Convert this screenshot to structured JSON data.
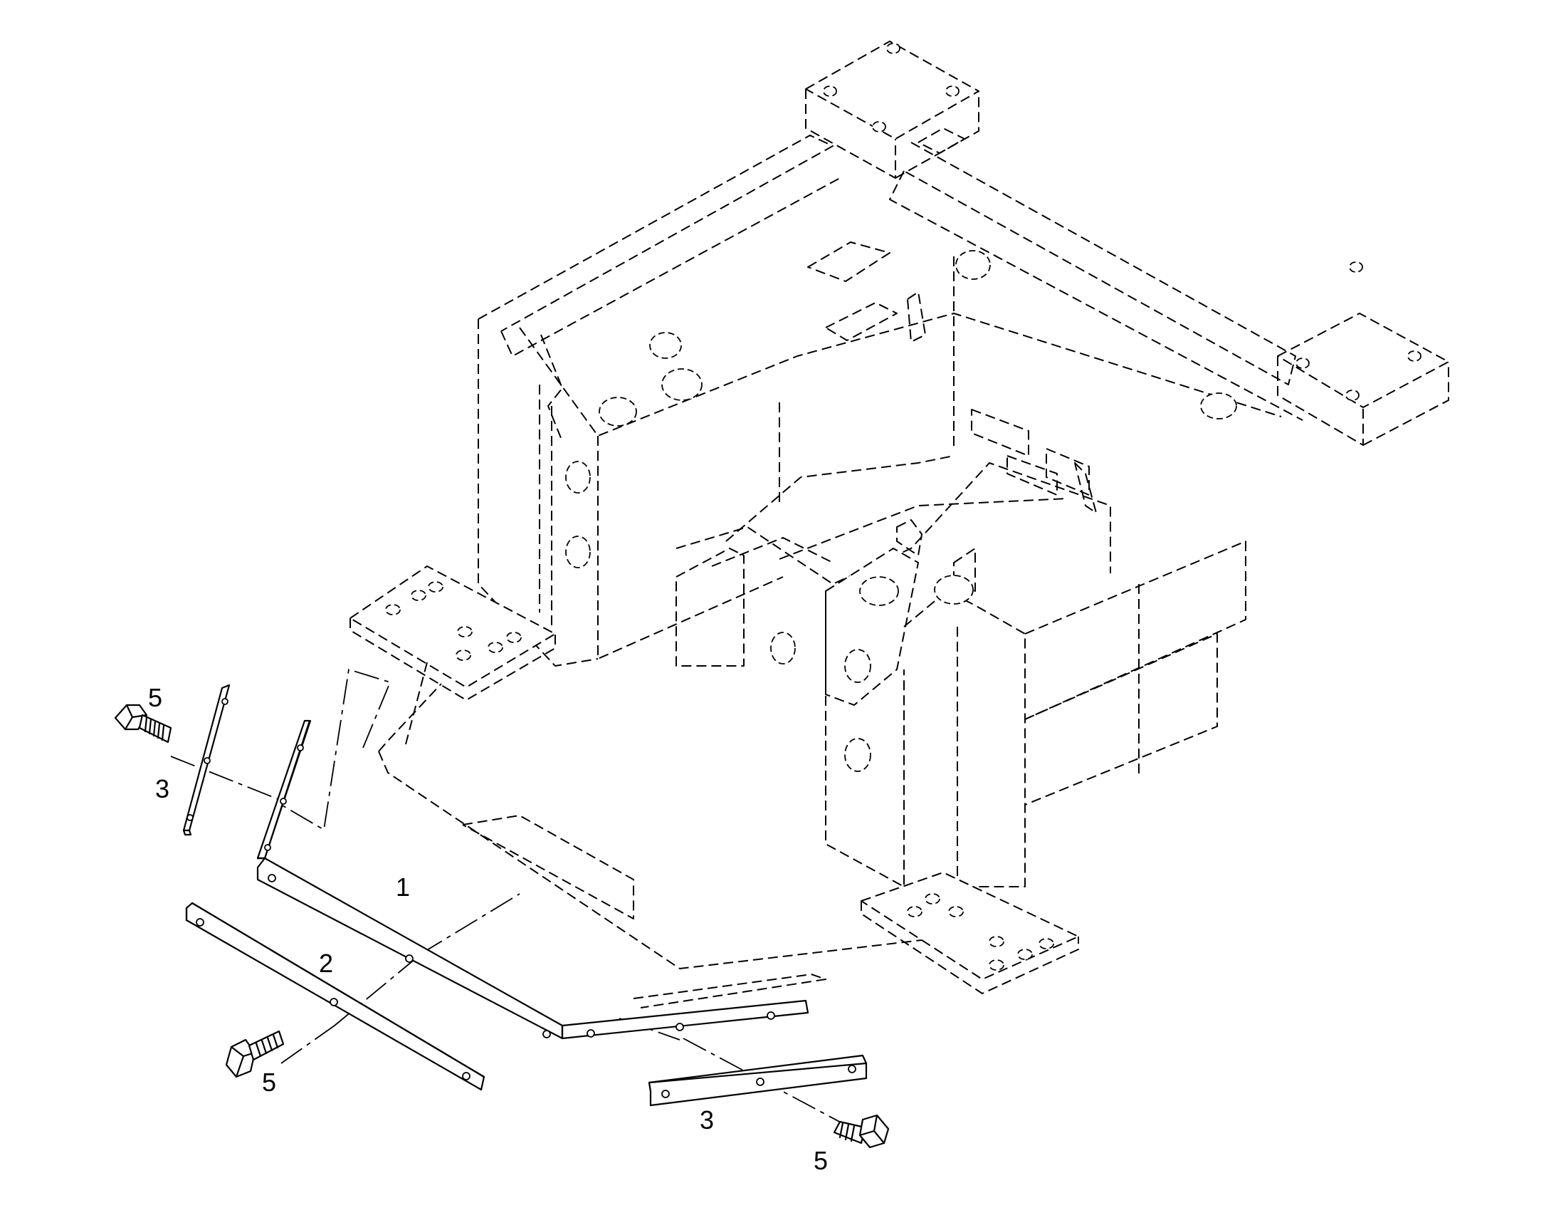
{
  "callouts": {
    "item_1": "1",
    "item_2": "2",
    "item_3_left": "3",
    "item_3_right": "3",
    "item_5_top": "5",
    "item_5_left": "5",
    "item_5_right": "5"
  },
  "colors": {
    "ink": "#000000",
    "paper": "#ffffff"
  }
}
